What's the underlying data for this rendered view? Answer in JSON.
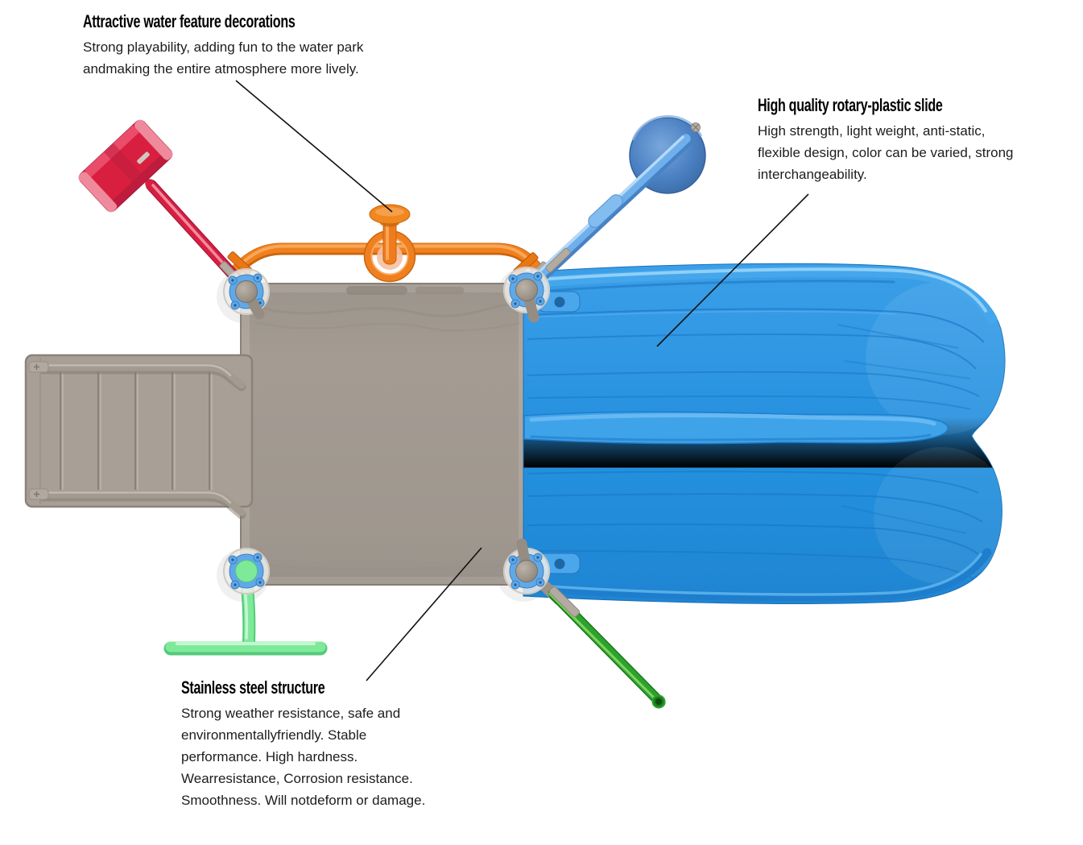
{
  "figure": {
    "background": "#ffffff",
    "description": ""
  },
  "annotations": {
    "water_feature": {
      "title": "Attractive water feature decorations",
      "body": "Strong playability, adding fun to the water park\nandmaking the entire atmosphere more lively."
    },
    "slide": {
      "title": "High quality rotary-plastic slide",
      "body": "High strength, light weight, anti-static,\nflexible design, color can be varied, strong\ninterchangeability."
    },
    "structure": {
      "title": "Stainless steel structure",
      "body": "Strong weather resistance, safe and\nenvironmentallyfriendly. Stable\nperformance. High hardness.\nWearresistance, Corrosion resistance.\nSmoothness. Will notdeform or damage."
    }
  },
  "colors": {
    "text": "#1d1d1d",
    "title_text": "#000000",
    "annotation_line": "#111111",
    "slide_blue": "#2b96e3",
    "slide_blue_dark": "#1872c4",
    "slide_blue_light": "#6cbbf2",
    "platform_tan": "#a49c93",
    "platform_edge": "#8b8379",
    "pipe_orange": "#f0801f",
    "pipe_orange_dark": "#c8650e",
    "spinner_red": "#d81f40",
    "pole_blue": "#6fb0ec",
    "funnel_blue": "#4c82c4",
    "mint_green": "#7fe99a",
    "spray_green": "#2ca32c",
    "joint_blue": "#5fa9e9",
    "joint_gray": "#9b9186"
  }
}
